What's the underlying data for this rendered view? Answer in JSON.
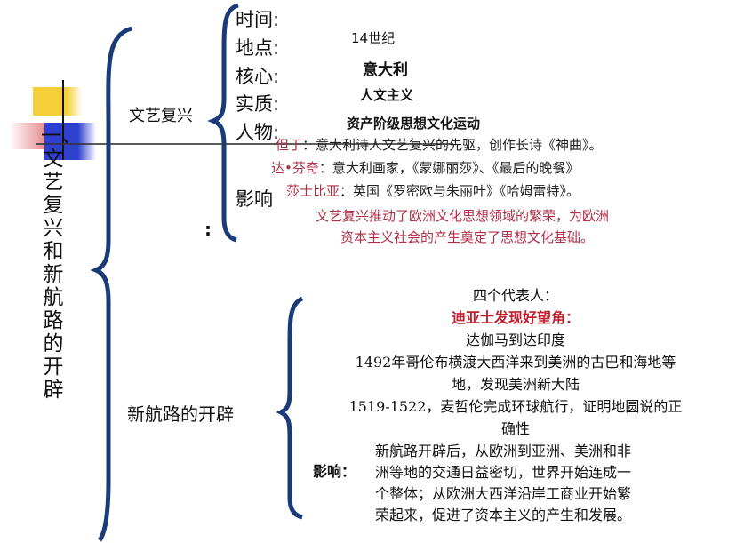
{
  "colors": {
    "brace": "#1b3a78",
    "yellow": "#f5cf3a",
    "blue": "#2f3fd0",
    "red": "#e07a80",
    "highlight_red": "#c0202e",
    "person_red": "#b0304a"
  },
  "main_title": "一、文艺复兴和新航路的开辟",
  "renaissance": {
    "title": "文艺复兴",
    "labels": {
      "time": "时间:",
      "place": "地点:",
      "core": "核心:",
      "essence": "实质:",
      "people": "人物:",
      "impact": "影响",
      "colon": ":"
    },
    "values": {
      "time": "14世纪",
      "place": "意大利",
      "core": "人文主义",
      "essence": "资产阶级思想文化运动"
    },
    "people": [
      {
        "name": "但丁",
        "desc": "：意大利诗人文艺复兴的先驱，创作长诗《神曲》。"
      },
      {
        "name": "达•芬奇",
        "desc": "：意大利画家，《蒙娜丽莎》、《最后的晚餐》"
      },
      {
        "name": "莎士比亚",
        "desc": "：英国《罗密欧与朱丽叶》《哈姆雷特》。"
      }
    ],
    "impact_lines": [
      "文艺复兴推动了欧洲文化思想领域的繁荣，为欧洲",
      "资本主义社会的产生奠定了思想文化基础。"
    ]
  },
  "new_routes": {
    "title": "新航路的开辟",
    "header": "四个代表人：",
    "lines": [
      "迪亚士发现好望角：",
      "达伽马到达印度",
      "1492年哥伦布横渡大西洋来到美洲的古巴和海地等",
      "地，发现美洲新大陆",
      "1519-1522，麦哲伦完成环球航行，证明地圆说的正",
      "确性"
    ],
    "impact_label": "影响：",
    "impact_lines": [
      "新航路开辟后，从欧洲到亚洲、美洲和非",
      "洲等地的交通日益密切，世界开始连成一",
      "个整体；从欧洲大西洋沿岸工商业开始繁",
      "荣起来，促进了资本主义的产生和发展。"
    ]
  }
}
